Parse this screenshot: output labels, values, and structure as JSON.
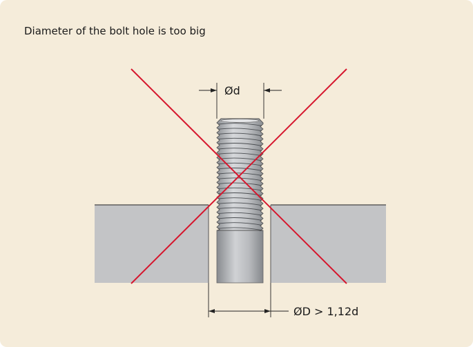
{
  "title": "Diameter of the bolt hole is too big",
  "dimensions": {
    "bolt_diameter_label": "Ød",
    "hole_diameter_label": "ØD > 1,12d"
  },
  "colors": {
    "background": "#f5ecda",
    "plate": "#c3c4c6",
    "cross": "#d6162d",
    "bolt": "#b5b7ba"
  }
}
